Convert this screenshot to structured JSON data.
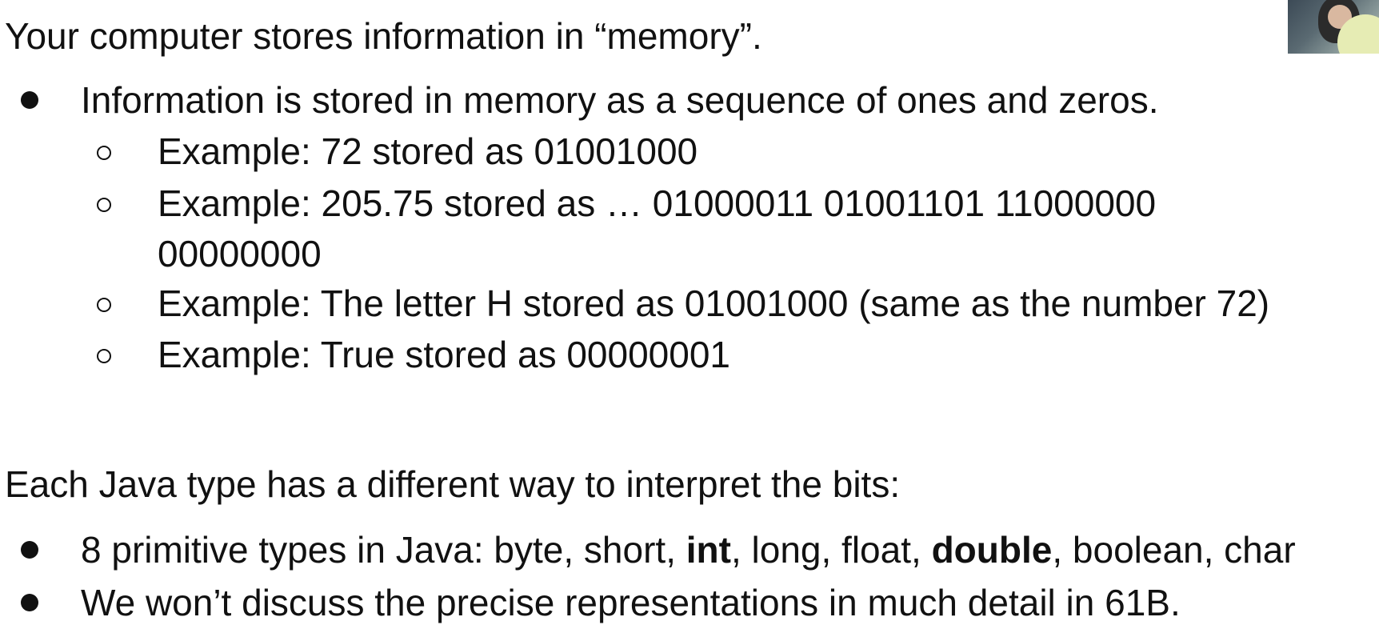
{
  "slide": {
    "heading1": "Your computer stores information in “memory”.",
    "bullet1": "Information is stored in memory as a sequence of ones and zeros.",
    "examples": [
      "Example: 72 stored as 01001000",
      "Example: 205.75 stored as … 01000011 01001101 11000000",
      "00000000",
      "Example: The letter H stored as 01001000 (same as the number 72)",
      "Example: True stored as 00000001"
    ],
    "heading2": "Each Java type has a different way to interpret the bits:",
    "primitives": {
      "prefix": "8 primitive types in Java: byte, short, ",
      "int": "int",
      "mid": ", long, float, ",
      "double": "double",
      "suffix": ", boolean, char"
    },
    "bullet3": "We won’t discuss the precise representations in much detail in 61B."
  }
}
